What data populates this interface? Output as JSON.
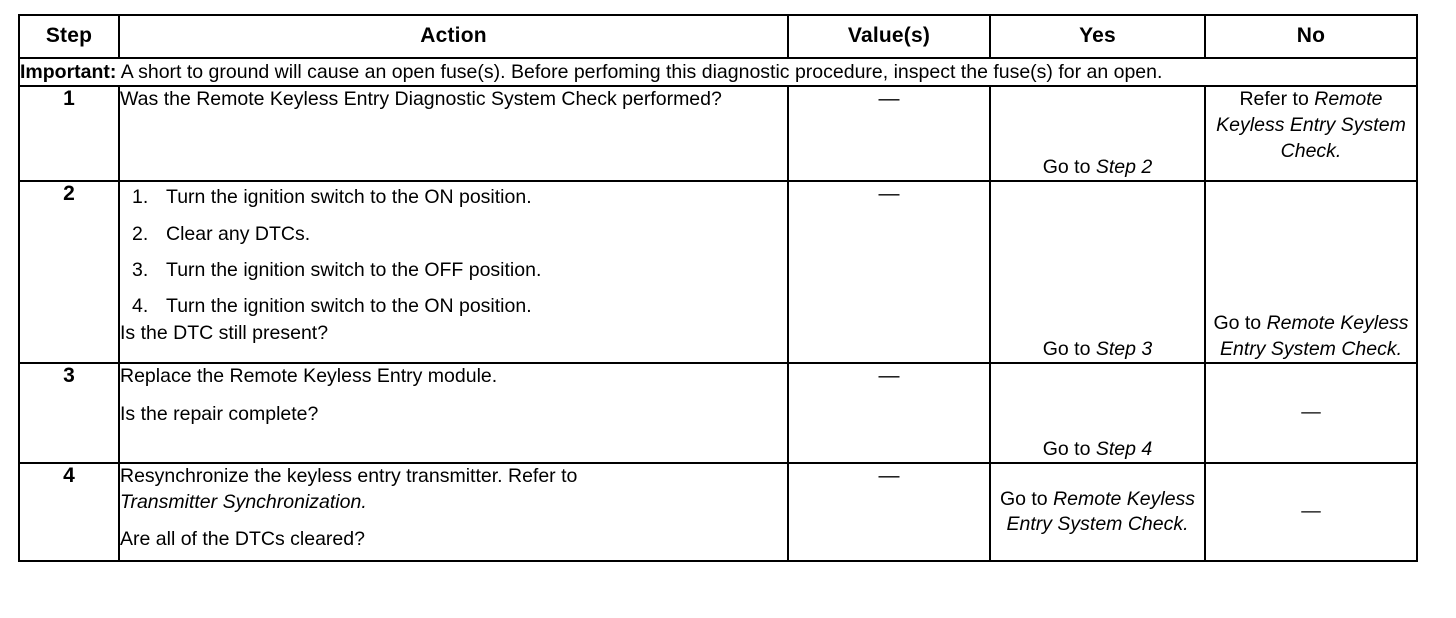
{
  "table": {
    "columns": [
      "Step",
      "Action",
      "Value(s)",
      "Yes",
      "No"
    ],
    "note": {
      "label": "Important:",
      "text": " A short to ground will cause an open fuse(s). Before perfoming this diagnostic procedure, inspect the fuse(s) for an open."
    },
    "rows": [
      {
        "step": "1",
        "action": {
          "type": "text",
          "text": "Was the Remote Keyless Entry Diagnostic System Check performed?"
        },
        "value": "—",
        "yes": {
          "prefix": "Go to ",
          "italic": "Step  2",
          "suffix": ""
        },
        "no": {
          "prefix": "Refer to ",
          "italic": "Remote Keyless Entry System Check.",
          "suffix": ""
        }
      },
      {
        "step": "2",
        "action": {
          "type": "list",
          "items": [
            "Turn the ignition switch to the ON position.",
            "Clear any DTCs.",
            "Turn the ignition switch to the OFF position.",
            "Turn the ignition switch to the ON position."
          ],
          "question": "Is the DTC still present?"
        },
        "value": "—",
        "yes": {
          "prefix": "Go to ",
          "italic": "Step  3",
          "suffix": ""
        },
        "no": {
          "prefix": "Go to ",
          "italic": "Remote Keyless Entry System Check.",
          "suffix": ""
        }
      },
      {
        "step": "3",
        "action": {
          "type": "twoline",
          "line1": "Replace the Remote Keyless Entry module.",
          "line2": "Is the repair complete?"
        },
        "value": "—",
        "yes": {
          "prefix": "Go to ",
          "italic": "Step 4",
          "suffix": ""
        },
        "no": {
          "plain": "—"
        }
      },
      {
        "step": "4",
        "action": {
          "type": "reflines",
          "line1": "Resynchronize the keyless entry transmitter. Refer to",
          "italic_line": "Transmitter Synchronization.",
          "question": "Are all of the DTCs cleared?"
        },
        "value": "—",
        "yes": {
          "prefix": "Go to ",
          "italic": "Remote Keyless Entry System Check.",
          "suffix": ""
        },
        "no": {
          "plain": "—"
        }
      }
    ]
  }
}
